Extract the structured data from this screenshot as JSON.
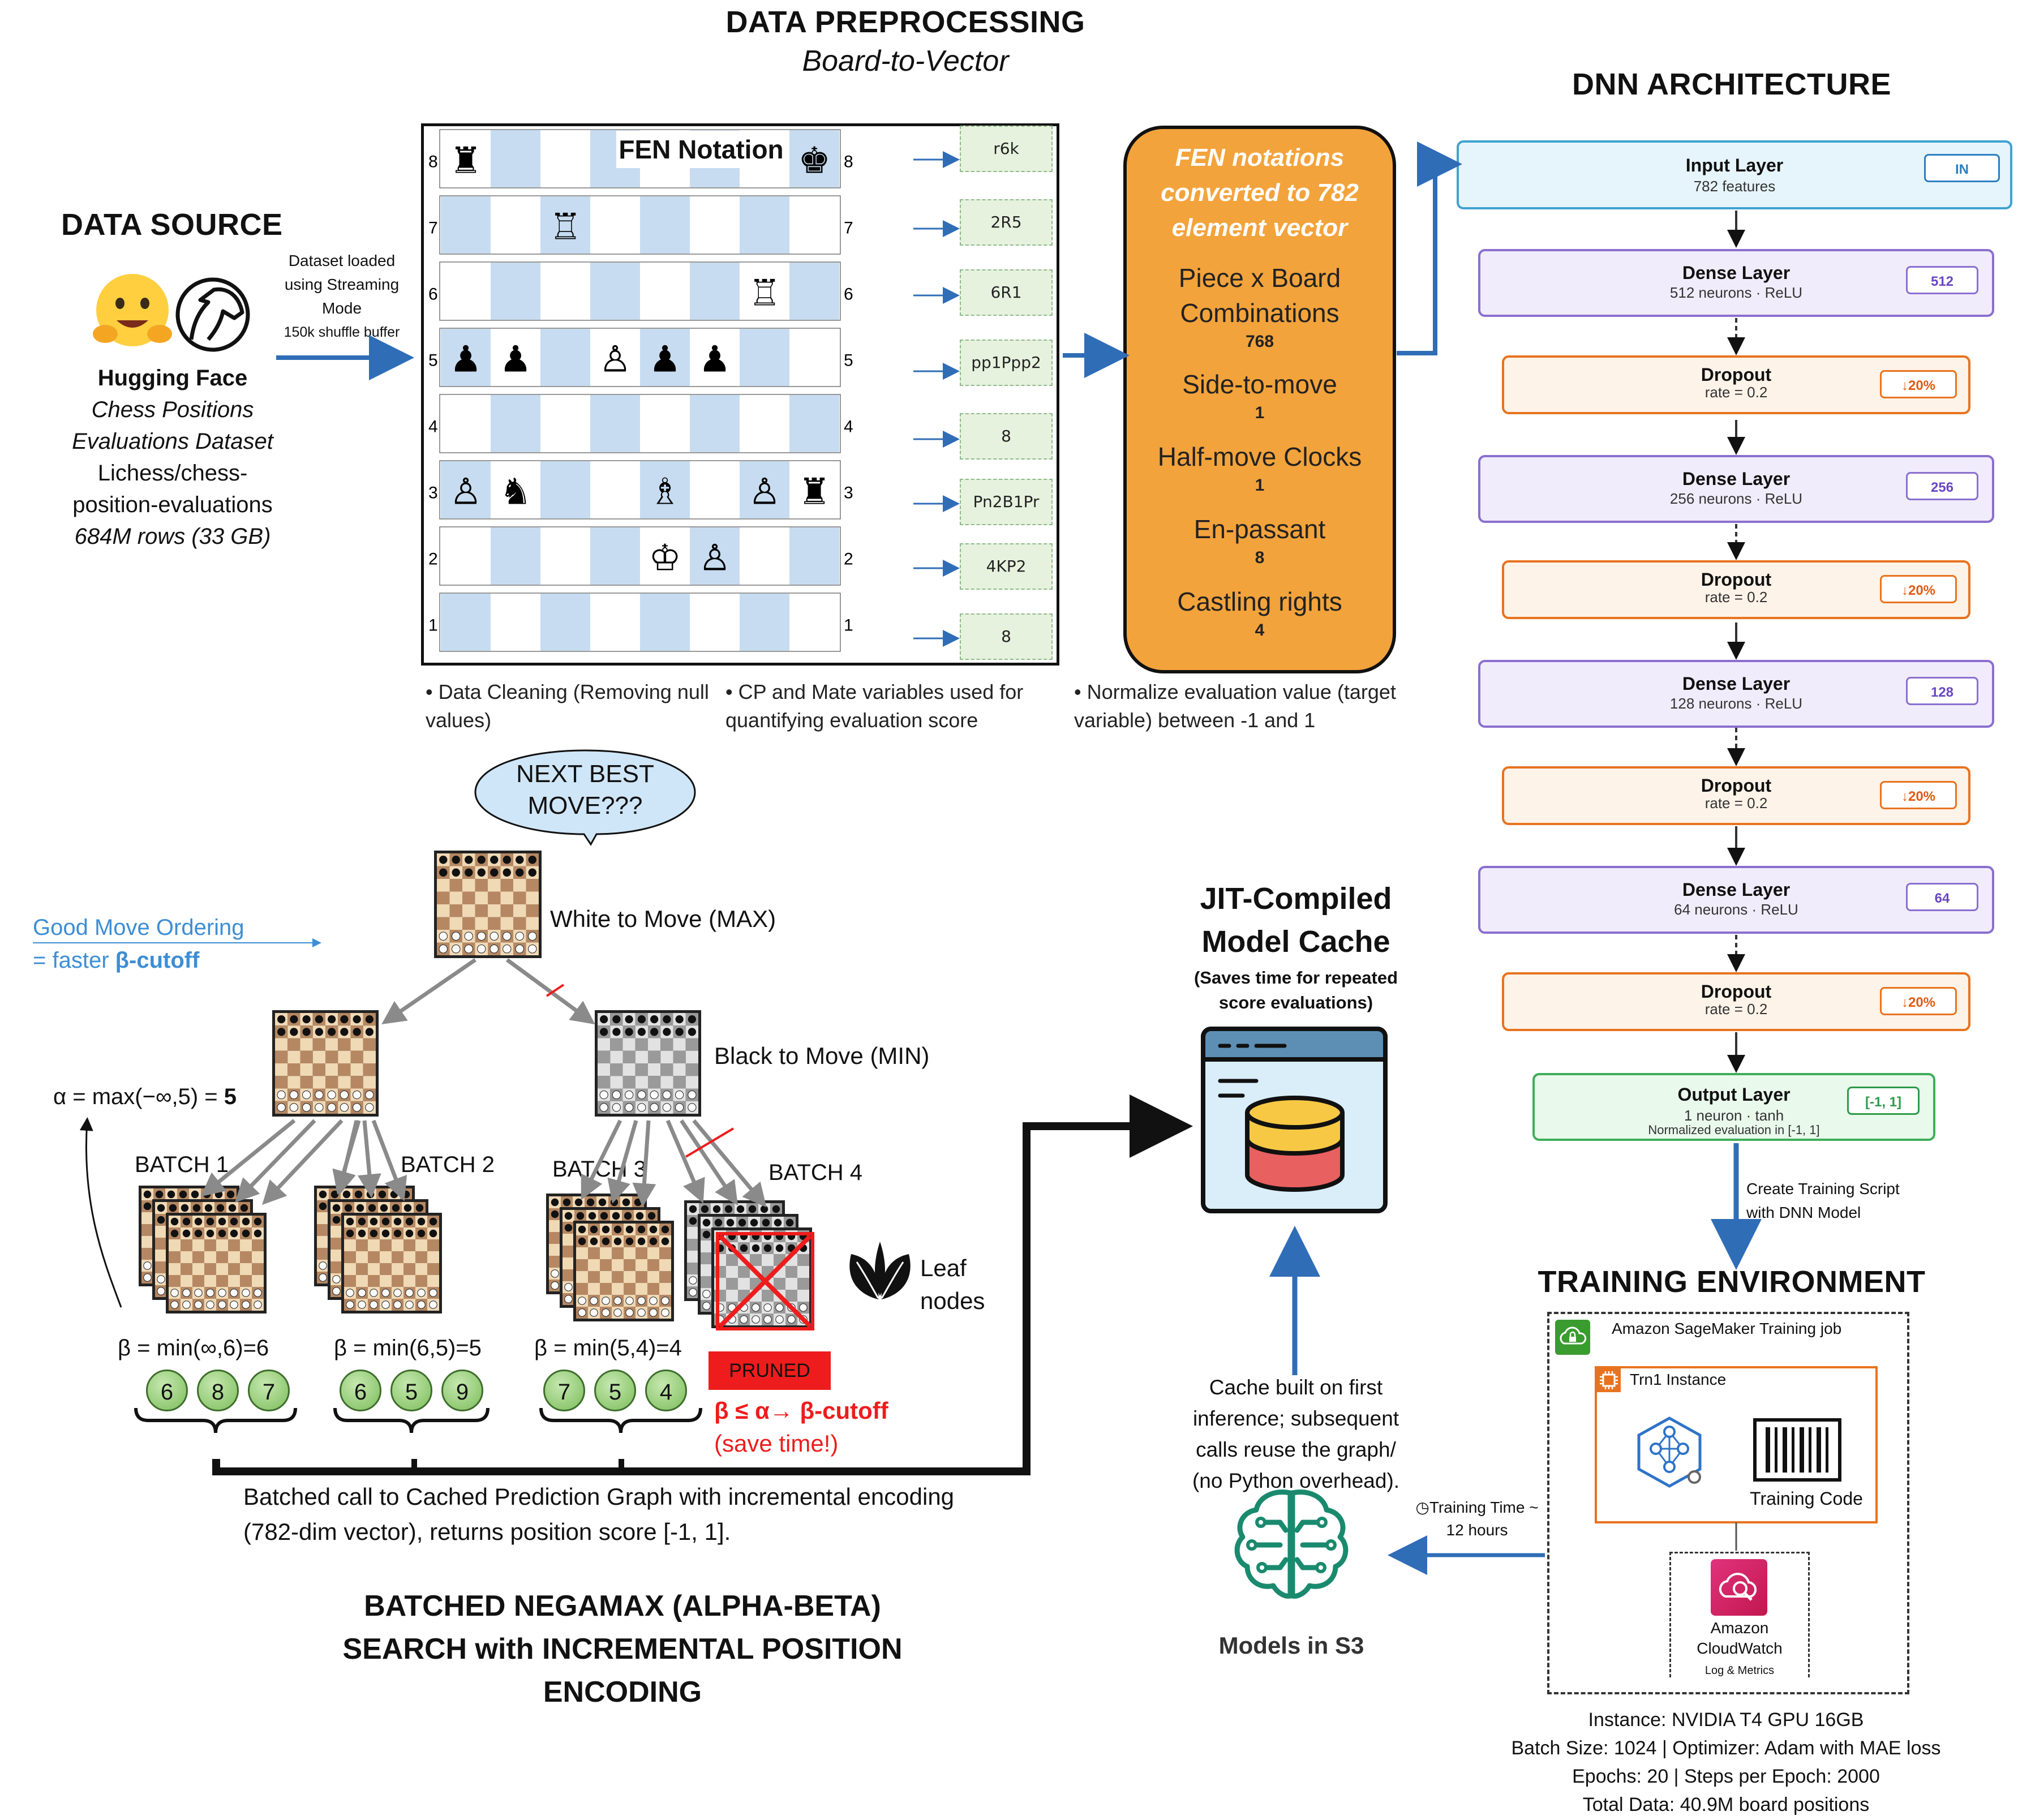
{
  "preprocessing": {
    "title": "DATA PREPROCESSING",
    "subtitle": "Board-to-Vector",
    "fen_title": "FEN Notation",
    "fen_strings": [
      "r6k",
      "2R5",
      "6R1",
      "pp1Ppp2",
      "8",
      "Pn2B1Pr",
      "4KP2",
      "8"
    ],
    "ranks": [
      "8",
      "7",
      "6",
      "5",
      "4",
      "3",
      "2",
      "1"
    ],
    "bullets": [
      "Data Cleaning (Removing null values)",
      "CP and Mate variables used for quantifying evaluation score",
      "Normalize evaluation value (target variable) between -1 and 1"
    ]
  },
  "vector_box": {
    "title_lines": [
      "FEN notations",
      "converted to 782",
      "element vector"
    ],
    "items": [
      {
        "label_lines": [
          "Piece  x Board",
          "Combinations"
        ],
        "value": "768"
      },
      {
        "label_lines": [
          "Side-to-move"
        ],
        "value": "1"
      },
      {
        "label_lines": [
          "Half-move Clocks"
        ],
        "value": "1"
      },
      {
        "label_lines": [
          "En-passant"
        ],
        "value": "8"
      },
      {
        "label_lines": [
          "Castling rights"
        ],
        "value": "4"
      }
    ]
  },
  "data_source": {
    "title": "DATA SOURCE",
    "arrow_label_lines": [
      "Dataset loaded",
      "using Streaming",
      "Mode",
      "150k shuffle buffer"
    ],
    "name": "Hugging Face",
    "lines": [
      "Chess Positions",
      "Evaluations Dataset",
      "Lichess/chess-",
      "position-evaluations",
      "684M rows (33 GB)"
    ]
  },
  "dnn": {
    "title": "DNN ARCHITECTURE",
    "input": {
      "title": "Input Layer",
      "sub": "782 features",
      "badge": "IN"
    },
    "layers": [
      {
        "kind": "dense",
        "title": "Dense Layer",
        "sub": "512 neurons · ReLU",
        "badge": "512"
      },
      {
        "kind": "dropout",
        "title": "Dropout",
        "sub": "rate = 0.2",
        "badge": "↓20%"
      },
      {
        "kind": "dense",
        "title": "Dense Layer",
        "sub": "256 neurons · ReLU",
        "badge": "256"
      },
      {
        "kind": "dropout",
        "title": "Dropout",
        "sub": "rate = 0.2",
        "badge": "↓20%"
      },
      {
        "kind": "dense",
        "title": "Dense Layer",
        "sub": "128 neurons · ReLU",
        "badge": "128"
      },
      {
        "kind": "dropout",
        "title": "Dropout",
        "sub": "rate = 0.2",
        "badge": "↓20%"
      },
      {
        "kind": "dense",
        "title": "Dense Layer",
        "sub": "64 neurons · ReLU",
        "badge": "64"
      },
      {
        "kind": "dropout",
        "title": "Dropout",
        "sub": "rate = 0.2",
        "badge": "↓20%"
      }
    ],
    "output": {
      "title": "Output Layer",
      "sub1": "1 neuron · tanh",
      "sub2": "Normalized evaluation in [-1, 1]",
      "badge": "[-1, 1]"
    },
    "script_label_lines": [
      "Create Training Script",
      "with DNN Model"
    ]
  },
  "training": {
    "title": "TRAINING ENVIRONMENT",
    "sagemaker": "Amazon SageMaker Training job",
    "instance": "Trn1 Instance",
    "training_code": "Training Code",
    "cloudwatch_lines": [
      "Amazon",
      "CloudWatch"
    ],
    "log_label": "Log & Metrics",
    "time_lines": [
      "Training Time ~",
      "12 hours"
    ],
    "specs": [
      "Instance: NVIDIA T4 GPU 16GB",
      "Batch Size: 1024 | Optimizer: Adam with MAE loss",
      "Epochs: 20 | Steps per Epoch: 2000",
      "Total Data: 40.9M board positions"
    ]
  },
  "cache": {
    "title_lines": [
      "JIT-Compiled",
      "Model Cache"
    ],
    "note_lines": [
      "(Saves time for repeated",
      "score evaluations)"
    ],
    "desc_lines": [
      "Cache built on first",
      "inference; subsequent",
      "calls reuse the graph/",
      "(no Python overhead)."
    ],
    "models_label": "Models in S3"
  },
  "search": {
    "bubble_lines": [
      "NEXT BEST",
      "MOVE???"
    ],
    "white_label": "White to Move (MAX)",
    "black_label": "Black to Move (MIN)",
    "good_ordering_lines": [
      "Good Move Ordering",
      "= faster "
    ],
    "beta_cutoff": "β-cutoff",
    "alpha_prefix": "α = max(−∞,5) = ",
    "alpha_value": "5",
    "batches": [
      "BATCH 1",
      "BATCH 2",
      "BATCH 3",
      "BATCH 4"
    ],
    "betas": [
      "β = min(∞,6)=6",
      "β = min(6,5)=5",
      "β = min(5,4)=4"
    ],
    "scores": [
      [
        "6",
        "8",
        "7"
      ],
      [
        "6",
        "5",
        "9"
      ],
      [
        "7",
        "5",
        "4"
      ]
    ],
    "pruned": "PRUNED",
    "cutoff_line": "β ≤ α→ β-cutoff",
    "save_time": "(save time!)",
    "leaf_lines": [
      "Leaf",
      "nodes"
    ],
    "batched_call_lines": [
      "Batched call to Cached Prediction Graph with incremental encoding",
      "(782-dim vector), returns position score [-1, 1]."
    ],
    "title_lines": [
      "BATCHED NEGAMAX (ALPHA-BETA)",
      "SEARCH with INCREMENTAL POSITION",
      "ENCODING"
    ]
  },
  "colors": {
    "arrow_blue": "#2f6db7",
    "orange": "#f3a33b",
    "dense_border": "#8a6fcf",
    "dropout_border": "#e8731f",
    "output_border": "#3fae5a",
    "pruned_red": "#ee1c1c",
    "light_square": "#f0d9b5",
    "dark_square": "#b58863"
  },
  "icons": [
    "hugging-face-icon",
    "horse-icon",
    "database-window-icon",
    "brain-icon",
    "leaf-icon",
    "cloud-lock-icon",
    "chip-icon",
    "neural-network-icon",
    "barcode-icon",
    "cloudwatch-icon",
    "clock-icon"
  ]
}
